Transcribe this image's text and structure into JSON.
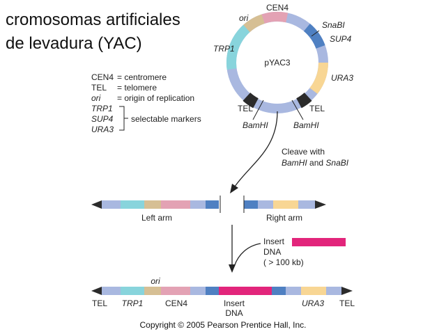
{
  "title": {
    "line1": "cromosomas artificiales",
    "line2": "de levadura (YAC)"
  },
  "plasmid": {
    "name": "pYAC3",
    "labels": {
      "cen4": "CEN4",
      "ori": "ori",
      "snabi": "SnaBI",
      "sup4": "SUP4",
      "trp1": "TRP1",
      "ura3": "URA3",
      "tel_left": "TEL",
      "tel_right": "TEL",
      "bamhi_left": "BamHI",
      "bamhi_right": "BamHI"
    }
  },
  "legend": {
    "cen4_term": "CEN4",
    "cen4_def": "= centromere",
    "tel_term": "TEL",
    "tel_def": "= telomere",
    "ori_term": "ori",
    "ori_def": "= origin of replication",
    "marker1": "TRP1",
    "marker2": "SUP4",
    "marker3": "URA3",
    "markers_def": "selectable markers"
  },
  "step1": {
    "line1": "Cleave with",
    "line2_bamhi": "BamHI",
    "line2_and": " and ",
    "line2_snabi": "SnaBI"
  },
  "arms": {
    "left_label": "Left arm",
    "right_label": "Right arm"
  },
  "insert": {
    "line1": "Insert",
    "line2": "DNA",
    "line3": "( > 100 kb)"
  },
  "final": {
    "ori": "ori",
    "tel_left": "TEL",
    "trp1": "TRP1",
    "cen4": "CEN4",
    "insert_line1": "Insert",
    "insert_line2": "DNA",
    "ura3": "URA3",
    "tel_right": "TEL"
  },
  "copyright": "Copyright © 2005 Pearson Prentice Hall, Inc.",
  "colors": {
    "backbone": "#a9b8e0",
    "trp1": "#88d4dc",
    "ori": "#d6bf94",
    "cen4": "#e3a2b4",
    "sup4": "#4f80c2",
    "ura3": "#f8d694",
    "telomere": "#2b2b2b",
    "insert": "#e2257b"
  }
}
